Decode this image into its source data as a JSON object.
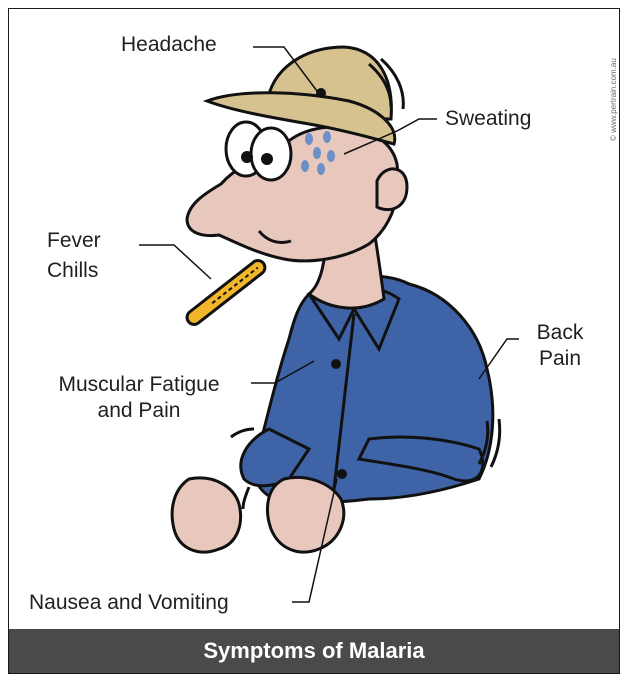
{
  "labels": {
    "headache": "Headache",
    "sweating": "Sweating",
    "fever": "Fever",
    "chills": "Chills",
    "back": "Back",
    "pain": "Pain",
    "muscular_line1": "Muscular Fatigue",
    "muscular_line2": "and Pain",
    "nausea": "Nausea and Vomiting"
  },
  "copyright": "© www.pertrain.com.au",
  "footer_title": "Symptoms of Malaria",
  "colors": {
    "skin": "#e8c7bd",
    "hat": "#d6c28f",
    "shirt": "#3e63a6",
    "thermometer": "#f2b62a",
    "sweat": "#6d8fc7",
    "footer": "#4a4a4a"
  }
}
